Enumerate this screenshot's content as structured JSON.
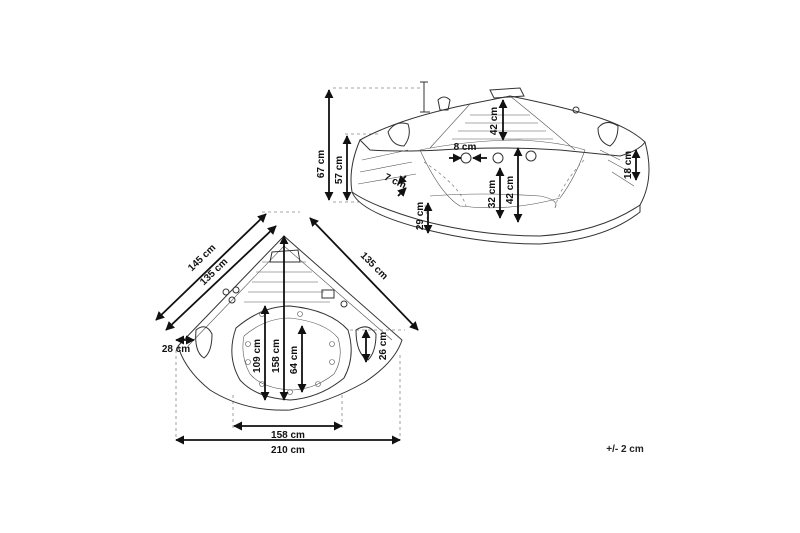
{
  "colors": {
    "line": "#333333",
    "dimension": "#111111",
    "background": "#ffffff"
  },
  "front_view": {
    "dims": {
      "height_total": "67 cm",
      "height_body": "57 cm",
      "headrest_depth": "42 cm",
      "inner_depth_a": "32 cm",
      "inner_depth_b": "42 cm",
      "jet_spacing": "8 cm",
      "step": "7 cm",
      "base": "29 cm",
      "side": "18 cm"
    }
  },
  "top_view": {
    "dims": {
      "diag_outer": "145 cm",
      "diag_inner": "135 cm",
      "side_right": "135 cm",
      "rim": "28 cm",
      "depth_a": "109 cm",
      "depth_b": "158 cm",
      "seat": "64 cm",
      "headrest": "26 cm",
      "width_inner": "158 cm",
      "width_total": "210 cm"
    }
  },
  "tolerance": "+/- 2 cm"
}
